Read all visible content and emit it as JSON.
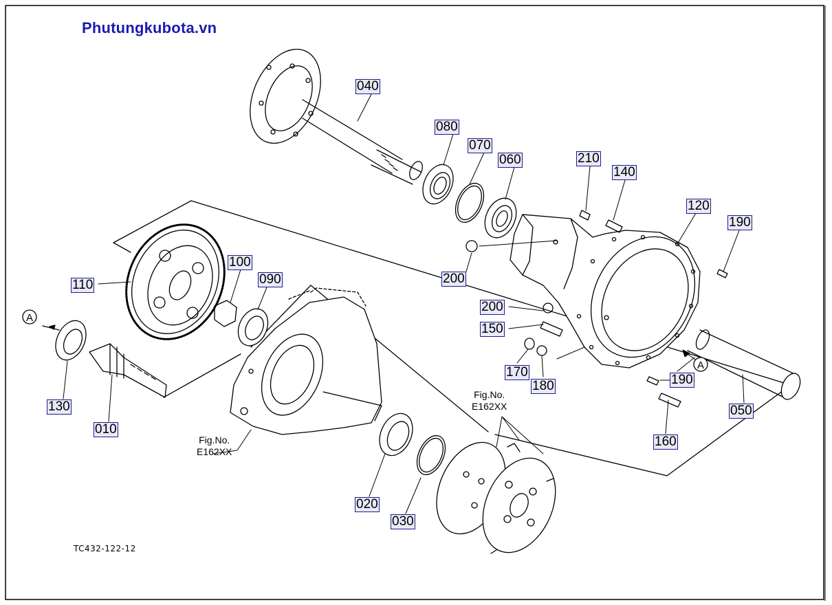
{
  "header": {
    "brand": "Phutungkubota.vn"
  },
  "footer": {
    "drawing_id": "TC432-122-12"
  },
  "figure_refs": [
    {
      "line1": "Fig.No.",
      "line2": "E162XX"
    },
    {
      "line1": "Fig.No.",
      "line2": "E162XX"
    }
  ],
  "section_marks": [
    "A",
    "A"
  ],
  "callouts": {
    "p040": "040",
    "p080": "080",
    "p070": "070",
    "p060": "060",
    "p210": "210",
    "p140": "140",
    "p120": "120",
    "p190a": "190",
    "p100": "100",
    "p090": "090",
    "p110": "110",
    "p200a": "200",
    "p200b": "200",
    "p150": "150",
    "p170": "170",
    "p180": "180",
    "p190b": "190",
    "p130": "130",
    "p010": "010",
    "p050": "050",
    "p160": "160",
    "p020": "020",
    "p030": "030"
  },
  "colors": {
    "brand": "#1b1bb0",
    "callout_border": "#1b1b8f",
    "callout_fill": "#e9e9f7",
    "linework": "#000000"
  }
}
